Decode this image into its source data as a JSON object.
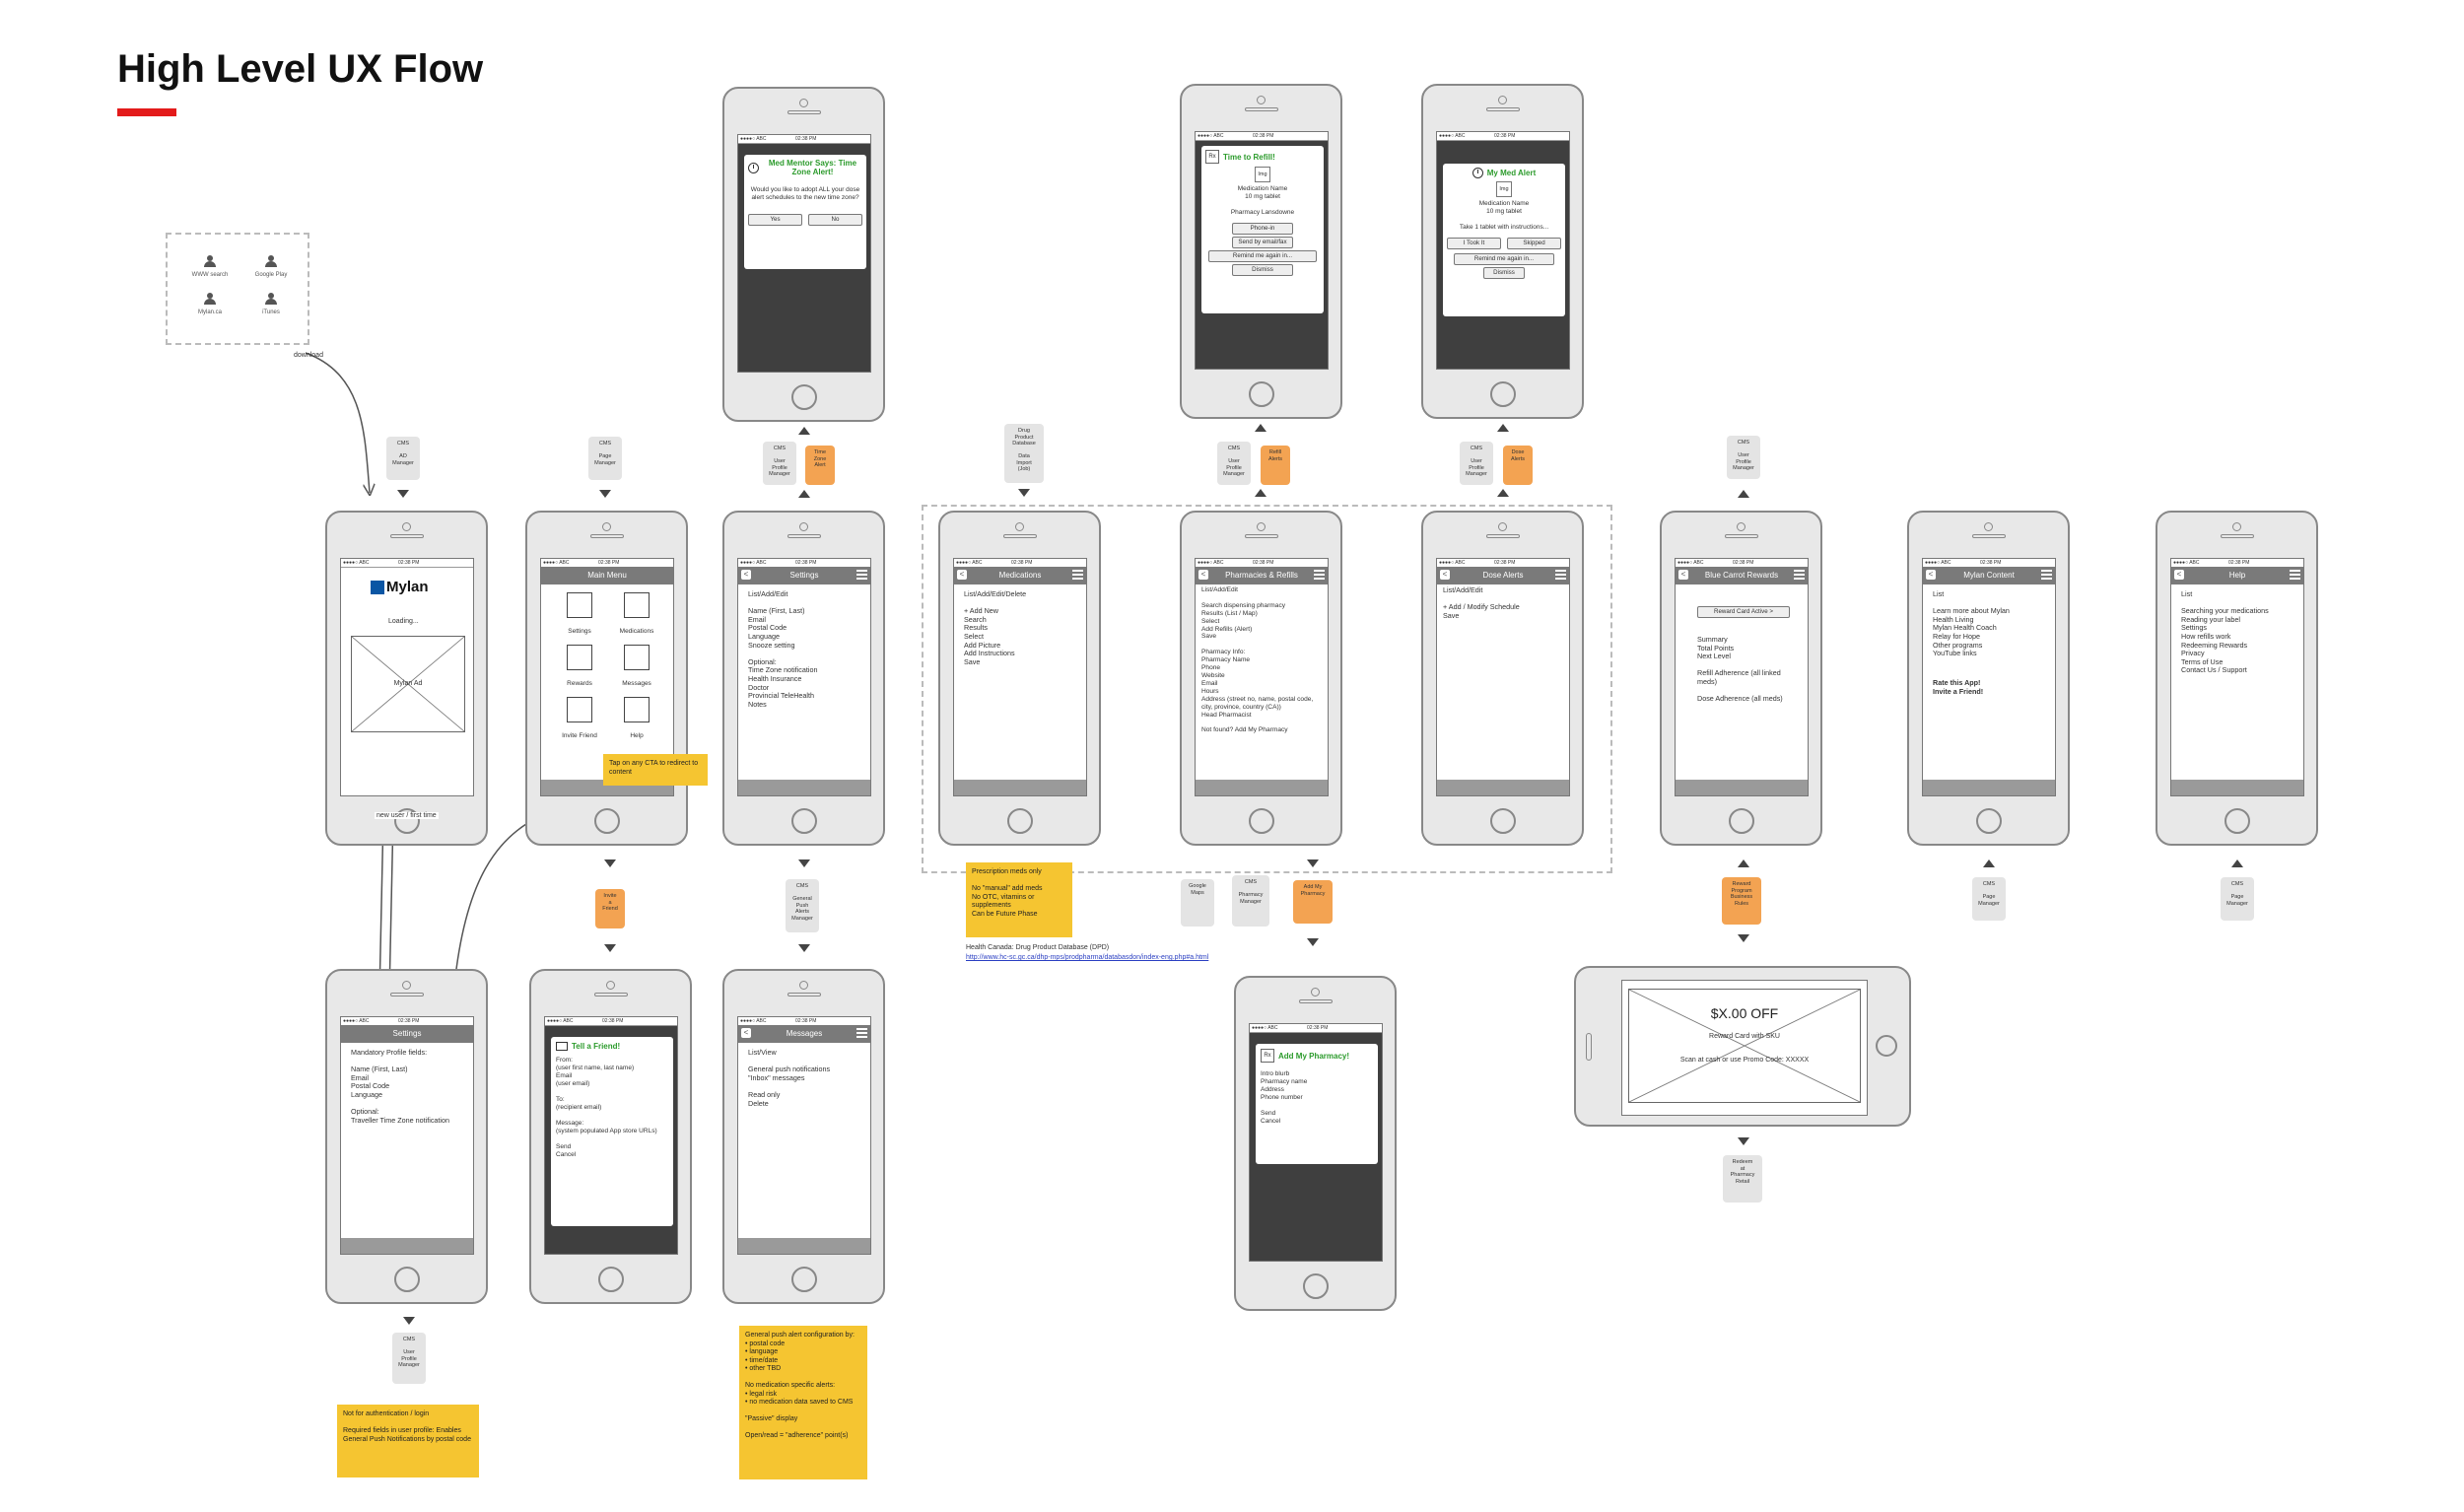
{
  "title": "High Level UX Flow",
  "colors": {
    "accent": "#e31b1b",
    "dialog_title": "#2c9b2c",
    "note_bg": "#f5c531",
    "cms_orange": "#f3a352"
  },
  "status_bar": {
    "carrier": "●●●●○ ABC",
    "time": "02:38 PM"
  },
  "download_box": {
    "items": [
      "WWW search",
      "Google Play",
      "Mylan.ca",
      "iTunes"
    ],
    "arrow_label": "download"
  },
  "cms": {
    "ad_manager": "CMS\n\nAD\nManager",
    "page_manager_menu": "CMS\n\nPage\nManager",
    "user_profile_tz": "CMS\n\nUser\nProfile\nManager",
    "time_zone_alert": "Time\nZone\nAlert",
    "drug_db": "Drug\nProduct\nDatabase\n\nData\nImport\n(Job)",
    "user_profile_refill": "CMS\n\nUser\nProfile\nManager",
    "refill_alerts": "Refill\nAlerts",
    "user_profile_dose": "CMS\n\nUser\nProfile\nManager",
    "dose_alerts": "Dose\nAlerts",
    "user_profile_rewards": "CMS\n\nUser\nProfile\nManager",
    "invite_friend": "Invite\na\nFriend",
    "general_push": "CMS\n\nGeneral\nPush\nAlerts\nManager",
    "google_maps": "Google\nMaps",
    "pharmacy_manager": "CMS\n\nPharmacy\nManager",
    "add_my_pharmacy": "Add My\nPharmacy",
    "reward_rules": "Reward\nProgram\nBusiness\nRules",
    "page_manager_content": "CMS\n\nPage\nManager",
    "page_manager_help": "CMS\n\nPage\nManager",
    "user_profile_settings": "CMS\n\nUser\nProfile\nManager",
    "redeem": "Redeem\nat\nPharmacy\nRetail"
  },
  "screens": {
    "tz_alert": {
      "title": "Med Mentor Says: Time Zone Alert!",
      "text": "Would you like to adopt ALL your dose alert schedules to the new time zone?",
      "yes": "Yes",
      "no": "No"
    },
    "refill_alert": {
      "title": "Time to Refill!",
      "img": "Img",
      "text": "Medication Name\n10 mg tablet\n\nPharmacy Lansdowne",
      "btn1": "Phone-in",
      "btn2": "Send by email/fax",
      "btn3": "Remind me again in...",
      "btn4": "Dismiss"
    },
    "dose_alert": {
      "title": "My Med Alert",
      "img": "Img",
      "text": "Medication Name\n10 mg tablet\n\nTake 1 tablet with instructions...",
      "btn1": "I Took It",
      "btn2": "Skipped",
      "btn3": "Remind me again in...",
      "btn4": "Dismiss"
    },
    "splash": {
      "logo": "Mylan",
      "loading": "Loading...",
      "ad": "Mylan Ad",
      "caption": "new user / first time"
    },
    "main_menu": {
      "title": "Main Menu",
      "items": [
        "Settings",
        "Medications",
        "Rewards",
        "Messages",
        "Invite Friend",
        "Help"
      ]
    },
    "settings": {
      "title": "Settings",
      "text": "List/Add/Edit\n\nName (First, Last)\nEmail\nPostal Code\nLanguage\nSnooze setting\n\nOptional:\nTime Zone notification\nHealth Insurance\nDoctor\nProvincial TeleHealth\nNotes"
    },
    "medications": {
      "title": "Medications",
      "text": "List/Add/Edit/Delete\n\n+ Add New\nSearch\nResults\nSelect\nAdd Picture\nAdd Instructions\nSave"
    },
    "pharmacies": {
      "title": "Pharmacies & Refills",
      "text": "List/Add/Edit\n\nSearch dispensing pharmacy\nResults (List / Map)\nSelect\nAdd Refills (Alert)\nSave\n\nPharmacy Info:\nPharmacy Name\nPhone\nWebsite\nEmail\nHours\nAddress (street no, name, postal code, city, province, country (CA))\nHead Pharmacist\n\nNot found? Add My Pharmacy"
    },
    "dose_alerts": {
      "title": "Dose Alerts",
      "text": "List/Add/Edit\n\n+ Add / Modify Schedule\nSave"
    },
    "rewards": {
      "title": "Blue Carrot Rewards",
      "button": "Reward Card Active >",
      "text": "Summary\nTotal Points\nNext Level\n\nRefill Adherence (all linked meds)\n\nDose Adherence (all meds)"
    },
    "mylan_content": {
      "title": "Mylan Content",
      "text": "List\n\nLearn more about Mylan\nHealth Living\nMylan Health Coach\nRelay for Hope\nOther programs\nYouTube links",
      "bold": "Rate this App!\nInvite a Friend!"
    },
    "help": {
      "title": "Help",
      "text": "List\n\nSearching your medications\nReading your label\nSettings\nHow refills work\nRedeeming Rewards\nPrivacy\nTerms of Use\nContact Us / Support"
    },
    "settings_new": {
      "title": "Settings",
      "text": "Mandatory Profile fields:\n\nName (First, Last)\nEmail\nPostal Code\nLanguage\n\nOptional:\nTraveller Time Zone notification"
    },
    "tell_friend": {
      "title": "Tell a Friend!",
      "text": "From:\n(user first name, last name)\nEmail\n(user email)\n\nTo:\n(recipient email)\n\nMessage:\n(system populated App store URLs)\n\nSend\nCancel"
    },
    "messages": {
      "title": "Messages",
      "text": "List/View\n\nGeneral push notifications\n\"Inbox\" messages\n\nRead only\nDelete"
    },
    "add_pharmacy": {
      "title": "Add My Pharmacy!",
      "text": "Intro blurb\nPharmacy name\nAddress\nPhone number\n\nSend\nCancel"
    },
    "reward_card": {
      "offer": "$X.00 OFF",
      "line1": "Reward Card with SKU",
      "line2": "Scan at cash or use Promo Code: XXXXX"
    }
  },
  "notes": {
    "cta": "Tap on any CTA to redirect to content",
    "prescription": "Prescription meds only\n\nNo \"manual\" add meds\nNo OTC, vitamins or supplements\nCan be Future Phase",
    "auth": "Not for authentication / login\n\nRequired fields in user profile: Enables General Push Notifications by postal code",
    "push": "General push alert configuration by:\n  •  postal code\n  •  language\n  •  time/date\n  •  other TBD\n\nNo medication specific alerts:\n  •  legal risk\n  •  no medication data saved to CMS\n\n\"Passive\" display\n\nOpen/read = \"adherence\" point(s)"
  },
  "dpd": {
    "label": "Health Canada: Drug Product Database (DPD)",
    "url": "http://www.hc-sc.gc.ca/dhp-mps/prodpharma/databasdon/index-eng.php#a.html"
  }
}
